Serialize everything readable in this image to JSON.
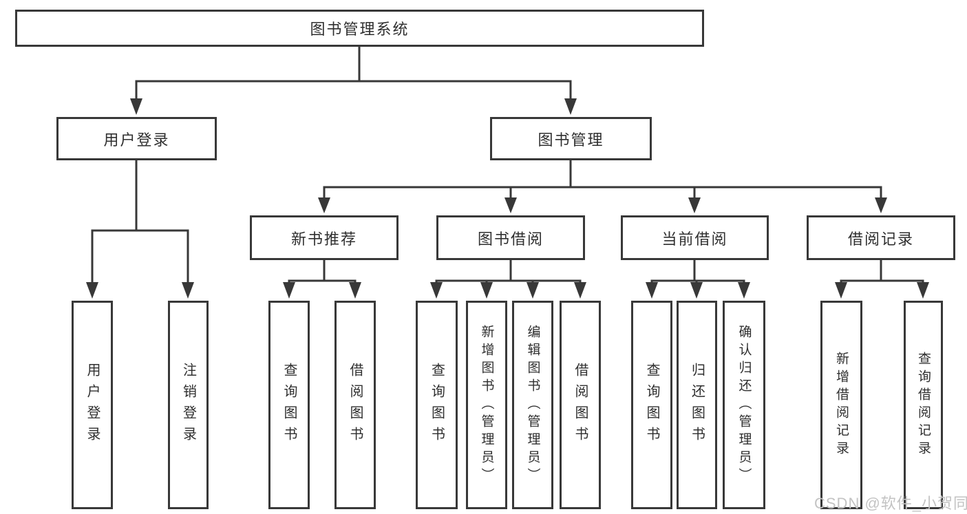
{
  "nodes": {
    "root": "图书管理系统",
    "level2": [
      "用户登录",
      "图书管理"
    ],
    "level3": [
      "新书推荐",
      "图书借阅",
      "当前借阅",
      "借阅记录"
    ],
    "leaves": [
      "用户登录",
      "注销登录",
      "查询图书",
      "借阅图书",
      "查询图书",
      "新增图书（管理员）",
      "编辑图书（管理员）",
      "借阅图书",
      "查询图书",
      "归还图书",
      "确认归还（管理员）",
      "新增借阅记录",
      "查询借阅记录"
    ]
  },
  "watermark": "CSDN @软件_小贺同学",
  "colors": {
    "line": "#383838",
    "text": "#2f2f2f",
    "watermark": "#c3c3c3",
    "background": "#ffffff"
  }
}
